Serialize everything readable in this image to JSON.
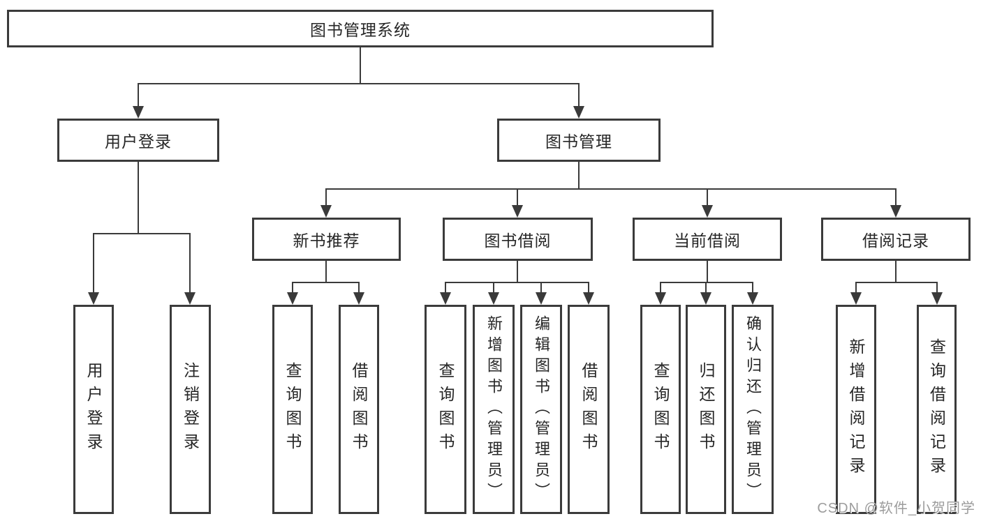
{
  "tree": {
    "label": "图书管理系统",
    "children": [
      {
        "label": "用户登录",
        "children": [
          {
            "label": "用户登录"
          },
          {
            "label": "注销登录"
          }
        ]
      },
      {
        "label": "图书管理",
        "children": [
          {
            "label": "新书推荐",
            "children": [
              {
                "label": "查询图书"
              },
              {
                "label": "借阅图书"
              }
            ]
          },
          {
            "label": "图书借阅",
            "children": [
              {
                "label": "查询图书"
              },
              {
                "label": "新增图书（管理员）"
              },
              {
                "label": "编辑图书（管理员）"
              },
              {
                "label": "借阅图书"
              }
            ]
          },
          {
            "label": "当前借阅",
            "children": [
              {
                "label": "查询图书"
              },
              {
                "label": "归还图书"
              },
              {
                "label": "确认归还（管理员）"
              }
            ]
          },
          {
            "label": "借阅记录",
            "children": [
              {
                "label": "新增借阅记录"
              },
              {
                "label": "查询借阅记录"
              }
            ]
          }
        ]
      }
    ]
  },
  "watermark": {
    "text": "CSDN @软件_小贺同学"
  },
  "colors": {
    "background": "#ffffff",
    "line": "#3a3a3a",
    "box_border": "#3b3b3b",
    "text": "#262626",
    "watermark": "#9c9c9c"
  }
}
